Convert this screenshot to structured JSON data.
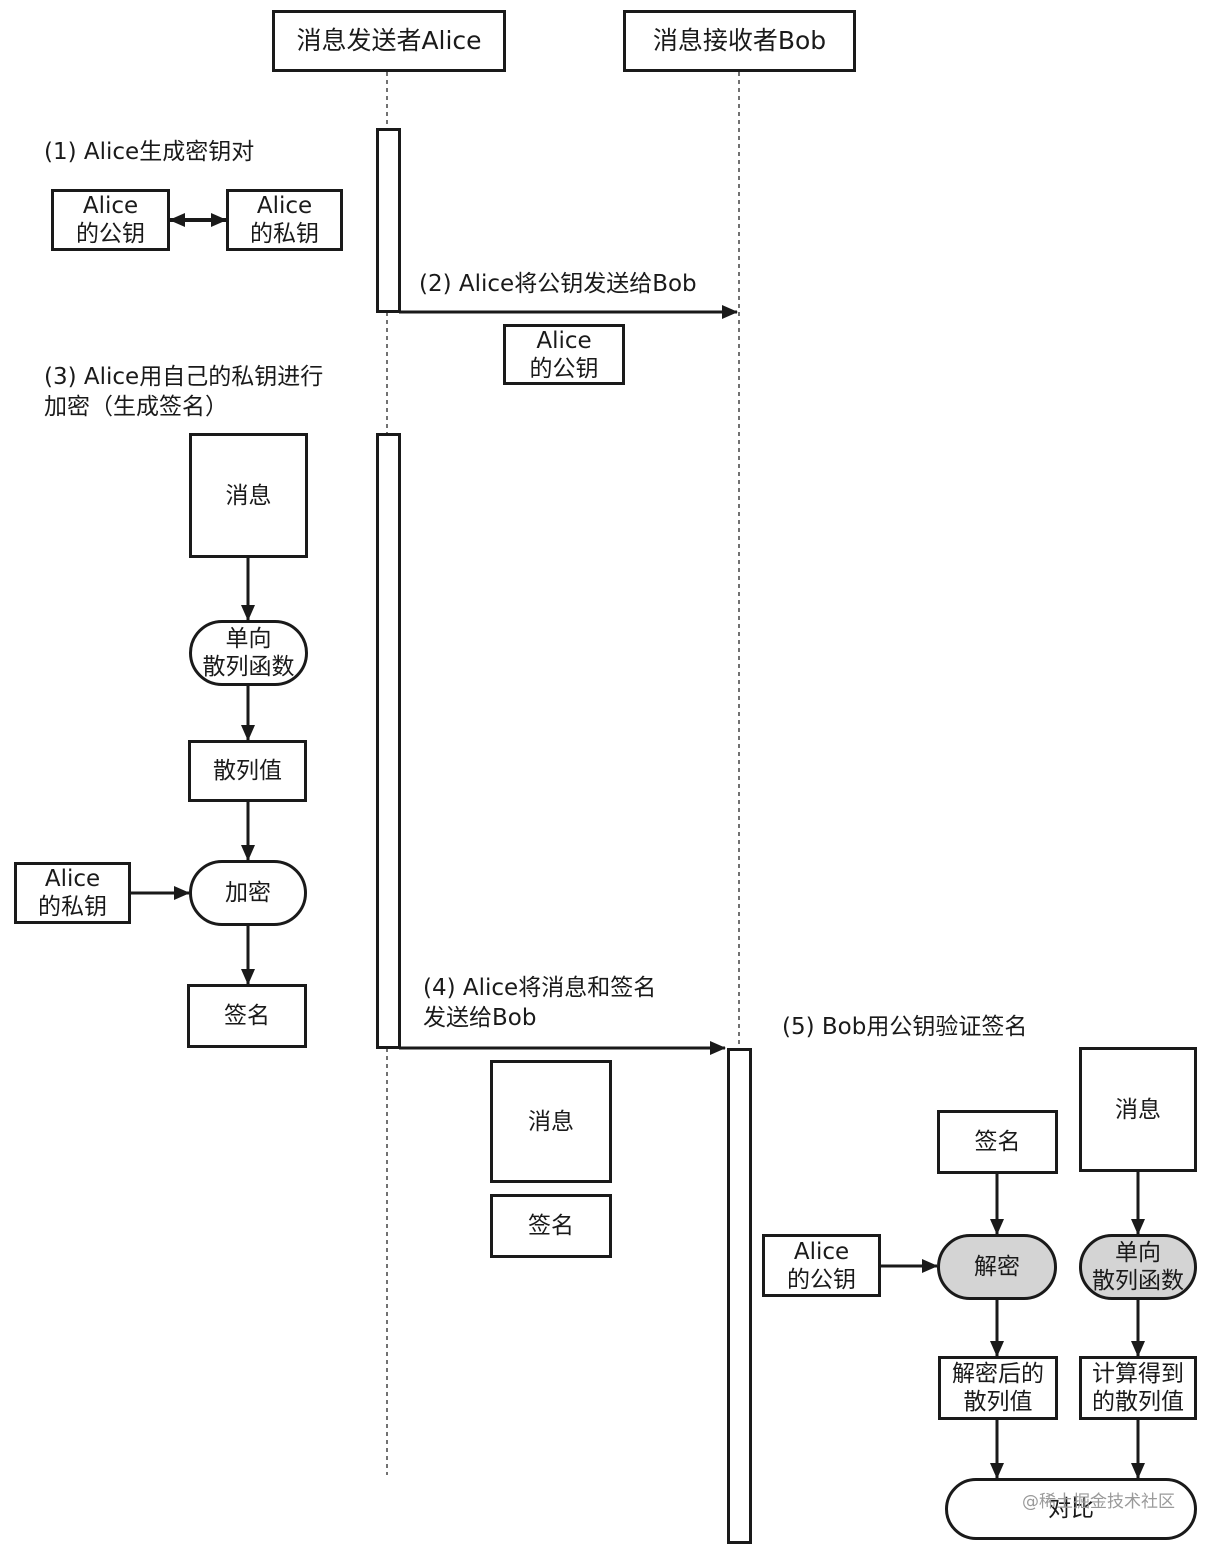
{
  "actors": {
    "sender": "消息发送者Alice",
    "receiver": "消息接收者Bob"
  },
  "steps": {
    "s1": "(1) Alice生成密钥对",
    "s2": "(2) Alice将公钥发送给Bob",
    "s3": "(3) Alice用自己的私钥进行\n      加密（生成签名）",
    "s4": "(4) Alice将消息和签名\n      发送给Bob",
    "s5": "(5) Bob用公钥验证签名"
  },
  "nodes": {
    "alice_public_key": "Alice\n的公钥",
    "alice_private_key": "Alice\n的私钥",
    "message": "消息",
    "hash_function": "单向\n散列函数",
    "hash_value": "散列值",
    "encrypt": "加密",
    "signature": "签名",
    "decrypt": "解密",
    "decrypted_hash": "解密后的\n散列值",
    "computed_hash": "计算得到\n的散列值",
    "compare": "对比"
  },
  "watermark": "@稀土掘金技术社区"
}
